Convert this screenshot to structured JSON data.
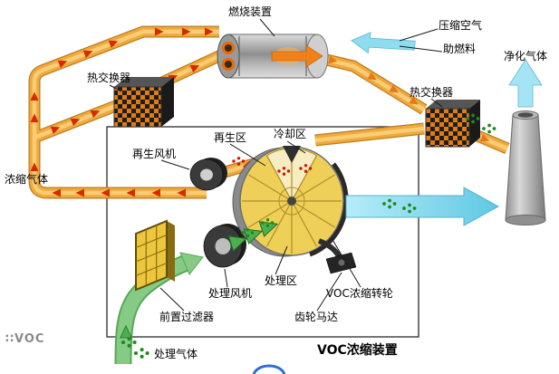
{
  "diagram": {
    "title": "VOC浓缩装置",
    "watermark": "∷VOC",
    "labels": {
      "combustion_device": "燃烧装置",
      "compressed_air": "压缩空气",
      "auxiliary_fuel": "助燃料",
      "purified_gas": "净化气体",
      "heat_exchanger_left": "热交换器",
      "heat_exchanger_right": "热交换器",
      "regeneration_zone": "再生区",
      "cooling_zone": "冷却区",
      "regeneration_fan": "再生风机",
      "concentrated_gas": "浓缩气体",
      "process_fan": "处理风机",
      "treatment_zone": "处理区",
      "voc_rotor": "VOC浓缩转轮",
      "gear_motor": "齿轮马达",
      "pre_filter": "前置过滤器",
      "process_gas": "处理气体"
    },
    "colors": {
      "pipe": "#EFA93E",
      "pipe_highlight": "#F9CD74",
      "chevron_concentrated": "#D42B00",
      "chevron_hot": "#E57816",
      "green_flow": "#85CB85",
      "green_molecule": "#1E8A1E",
      "clean_air": "#8FDCF0",
      "component_dark": "#2B2B2B",
      "heat_exchanger_orange": "#E07C18",
      "rotor_yellow": "#EECF58"
    }
  }
}
